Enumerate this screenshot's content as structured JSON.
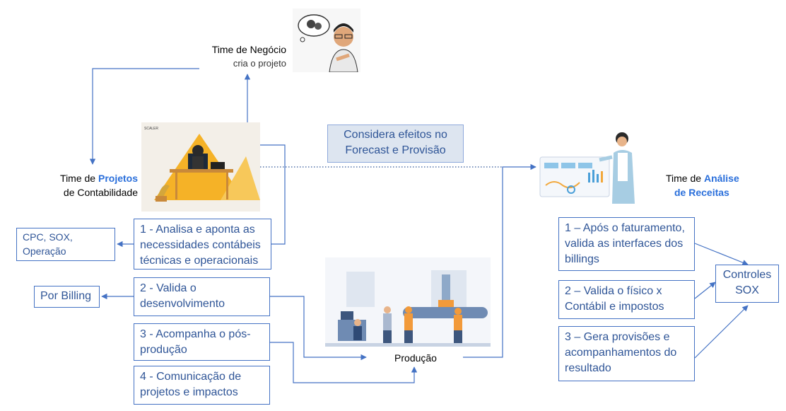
{
  "nodes": {
    "negocio": {
      "title": "Time de Negócio",
      "subtitle": "cria o projeto"
    },
    "projetos": {
      "prefix": "Time de ",
      "highlight": "Projetos",
      "line2": "de Contabilidade"
    },
    "receitas": {
      "prefix": "Time de ",
      "highlight": "Análise",
      "line2": "de Receitas"
    },
    "producao": {
      "label": "Produção"
    },
    "forecast": {
      "text": "Considera efeitos no Forecast e Provisão"
    },
    "controles": {
      "text": "Controles SOX"
    }
  },
  "left_steps": [
    "1 - Analisa e aponta as necessidades contábeis técnicas e operacionais",
    "2 - Valida o desenvolvimento",
    "3 - Acompanha o pós-produção",
    "4 - Comunicação de projetos e impactos"
  ],
  "left_outputs": {
    "cpc": "CPC, SOX, Operação",
    "billing": "Por Billing"
  },
  "right_steps": [
    "1 – Após o faturamento, valida as interfaces dos billings",
    "2 – Valida o físico x Contábil e impostos",
    "3 – Gera provisões e acompanhamentos do resultado"
  ],
  "colors": {
    "accent": "#4472c4",
    "highlight": "#2a6fdb",
    "box_fill": "#dde5f0"
  },
  "icons": [
    "thinking-person-illustration",
    "desk-worker-illustration",
    "dashboard-presenter-illustration",
    "factory-production-illustration"
  ],
  "scaler_logo": "SCALER"
}
